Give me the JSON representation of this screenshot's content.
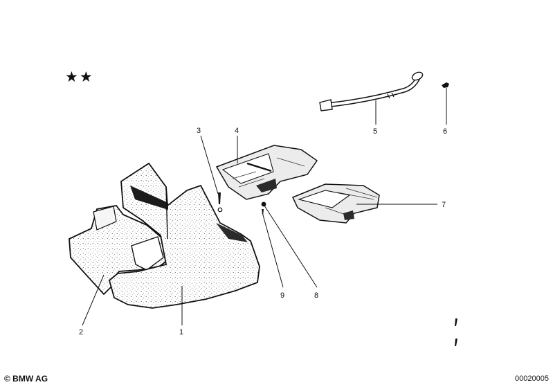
{
  "header": {
    "stars": "★★"
  },
  "callouts": [
    {
      "id": "c1",
      "label": "1"
    },
    {
      "id": "c2",
      "label": "2"
    },
    {
      "id": "c3",
      "label": "3"
    },
    {
      "id": "c4",
      "label": "4"
    },
    {
      "id": "c5",
      "label": "5"
    },
    {
      "id": "c6",
      "label": "6"
    },
    {
      "id": "c7",
      "label": "7"
    },
    {
      "id": "c8",
      "label": "8"
    },
    {
      "id": "c9",
      "label": "9"
    }
  ],
  "footer": {
    "copyright": "© BMW AG",
    "doc_id": "00020005"
  }
}
